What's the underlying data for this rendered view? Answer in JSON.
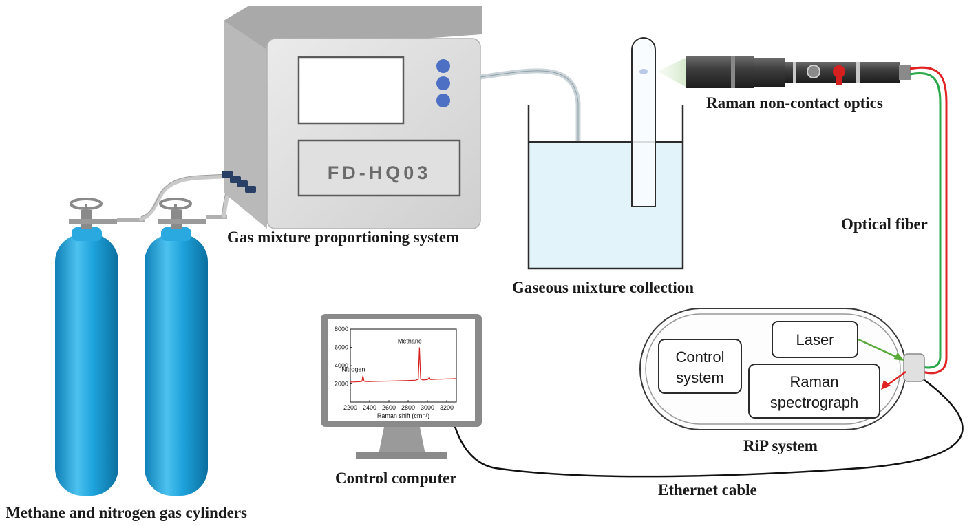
{
  "labels": {
    "cylinders": "Methane and nitrogen gas cylinders",
    "proportioning": "Gas mixture proportioning system",
    "collection": "Gaseous mixture collection",
    "optics": "Raman non-contact optics",
    "fiber": "Optical fiber",
    "rip": "RiP system",
    "computer": "Control computer",
    "ethernet": "Ethernet cable"
  },
  "device": {
    "model": "FD-HQ03"
  },
  "rip_modules": {
    "control_line1": "Control",
    "control_line2": "system",
    "laser": "Laser",
    "spectro_line1": "Raman",
    "spectro_line2": "spectrograph"
  },
  "chart_data": {
    "type": "line",
    "xlabel": "Raman shift (cm⁻¹)",
    "ylabel": "",
    "xlim": [
      2200,
      3300
    ],
    "ylim": [
      0,
      8000
    ],
    "x_ticks": [
      2200,
      2400,
      2600,
      2800,
      3000,
      3200
    ],
    "y_ticks": [
      2000,
      4000,
      6000,
      8000
    ],
    "annotations": [
      {
        "text": "Nitrogen",
        "x": 2331,
        "y": 2900
      },
      {
        "text": "Methane",
        "x": 2917,
        "y": 6000
      }
    ],
    "series": [
      {
        "color": "#d62020",
        "x": [
          2200,
          2250,
          2300,
          2320,
          2331,
          2342,
          2360,
          2400,
          2500,
          2600,
          2700,
          2800,
          2880,
          2905,
          2917,
          2929,
          2950,
          3000,
          3020,
          3030,
          3040,
          3080,
          3150,
          3200,
          3260,
          3300
        ],
        "y": [
          2200,
          2210,
          2240,
          2280,
          2900,
          2300,
          2250,
          2260,
          2280,
          2300,
          2330,
          2360,
          2400,
          2500,
          6000,
          2550,
          2420,
          2460,
          2700,
          2480,
          2470,
          2500,
          2520,
          2540,
          2560,
          2580
        ]
      }
    ]
  },
  "colors": {
    "cylinder": "#1d9fd8",
    "liquid": "#e3f3fa",
    "fiber_red": "#e02424",
    "fiber_green": "#2aa84a",
    "laser_arrow": "#5aaa3a",
    "spectro_arrow": "#e02424",
    "knob": "#4d6fc4"
  },
  "icons": [
    "gas-cylinder-icon",
    "valve-wheel-icon",
    "probe-icon",
    "monitor-icon"
  ]
}
